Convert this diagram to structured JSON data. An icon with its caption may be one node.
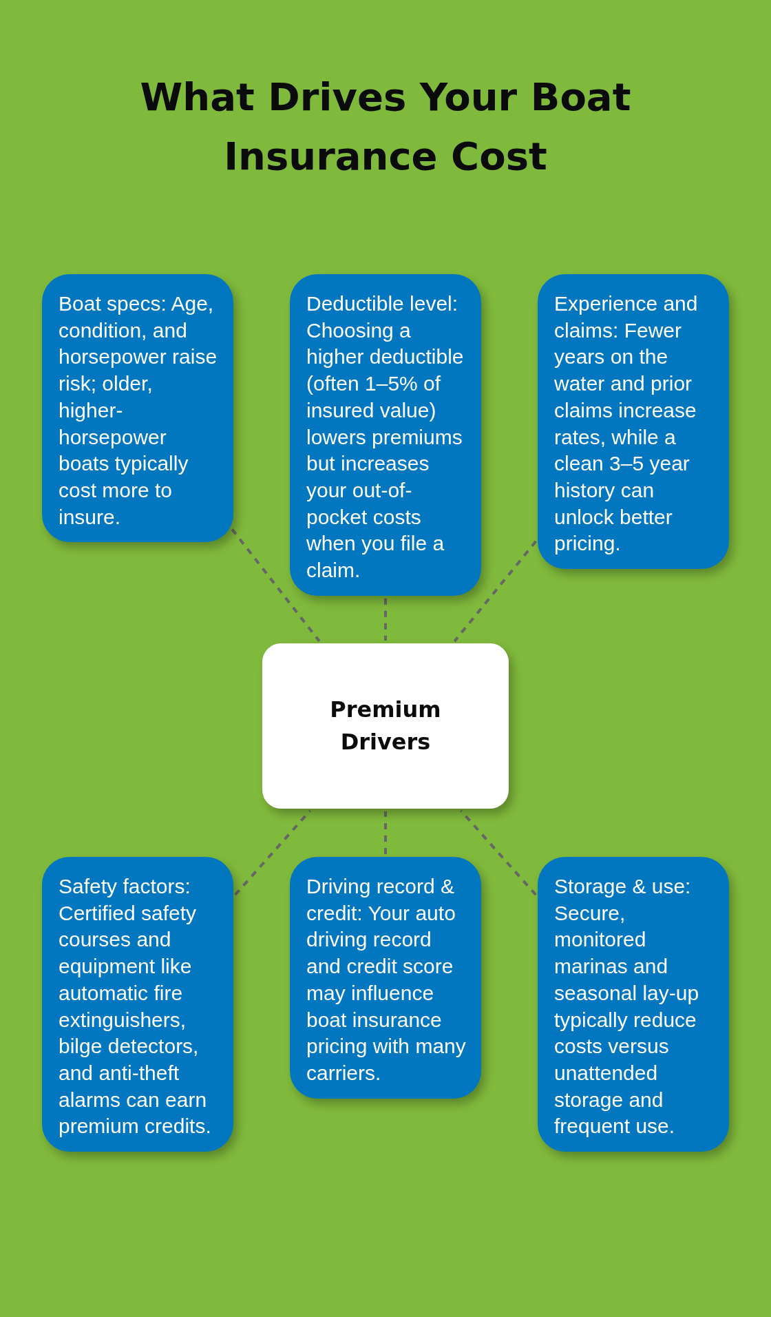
{
  "diagram": {
    "title": "What Drives Your Boat Insurance Cost",
    "nodes": [
      {
        "text": [
          "Boat specs: Age, condition, and horsepower raise risk; older, higher-horsepower boats typically cost more to insure."
        ]
      },
      {
        "text": [
          "Deductible level: Choosing a higher deductible (often 1–5% of insured value) lowers premiums but increases your out-of-pocket costs when you file a claim."
        ]
      },
      {
        "text": [
          "Experience and claims: Fewer years on the water and prior claims increase rates, while a clean 3–5 year history can unlock better pricing."
        ]
      },
      {
        "text": [
          "Premium Drivers"
        ]
      },
      {
        "text": [
          "Safety factors: Certified safety courses and equipment like automatic fire extinguishers, bilge detectors, and anti-theft alarms can earn premium credits."
        ]
      },
      {
        "text": [
          "Driving record & credit: Your auto driving record and credit score may influence boat insurance pricing with many carriers."
        ]
      },
      {
        "text": [
          "Storage & use: Secure, monitored marinas and seasonal lay-up typically reduce costs versus unattended storage and frequent use."
        ]
      }
    ],
    "edges": [
      {
        "from": 0,
        "to": 3,
        "arrow": "none",
        "style": "dashed"
      },
      {
        "from": 1,
        "to": 3,
        "arrow": "none",
        "style": "dashed"
      },
      {
        "from": 2,
        "to": 3,
        "arrow": "none",
        "style": "dashed"
      },
      {
        "from": 4,
        "to": 3,
        "arrow": "none",
        "style": "dashed"
      },
      {
        "from": 5,
        "to": 3,
        "arrow": "none",
        "style": "dashed"
      },
      {
        "from": 6,
        "to": 3,
        "arrow": "none",
        "style": "dashed"
      }
    ]
  }
}
